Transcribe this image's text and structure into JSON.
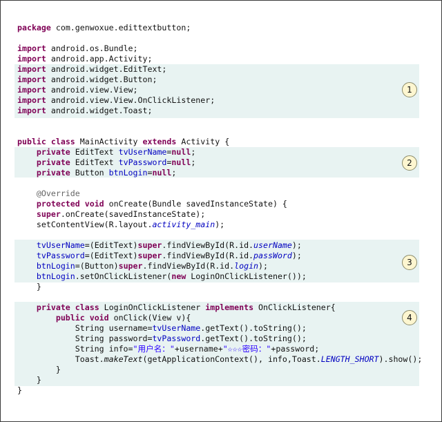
{
  "badges": [
    "1",
    "2",
    "3",
    "4"
  ],
  "lines": [
    [
      {
        "c": "kw",
        "t": "package"
      },
      {
        "c": "",
        "t": " com.genwoxue.edittextbutton;"
      }
    ],
    [],
    [
      {
        "c": "kw",
        "t": "import"
      },
      {
        "c": "",
        "t": " android.os.Bundle;"
      }
    ],
    [
      {
        "c": "kw",
        "t": "import"
      },
      {
        "c": "",
        "t": " android.app.Activity;"
      }
    ],
    [
      {
        "c": "kw",
        "t": "import"
      },
      {
        "c": "",
        "t": " android.widget.EditText;"
      }
    ],
    [
      {
        "c": "kw",
        "t": "import"
      },
      {
        "c": "",
        "t": " android.widget.Button;"
      }
    ],
    [
      {
        "c": "kw",
        "t": "import"
      },
      {
        "c": "",
        "t": " android.view.View;"
      }
    ],
    [
      {
        "c": "kw",
        "t": "import"
      },
      {
        "c": "",
        "t": " android.view.View.OnClickListener;"
      }
    ],
    [
      {
        "c": "kw",
        "t": "import"
      },
      {
        "c": "",
        "t": " android.widget.Toast;"
      }
    ],
    [],
    [],
    [
      {
        "c": "kw",
        "t": "public"
      },
      {
        "c": "",
        "t": " "
      },
      {
        "c": "kw",
        "t": "class"
      },
      {
        "c": "",
        "t": " MainActivity "
      },
      {
        "c": "kw",
        "t": "extends"
      },
      {
        "c": "",
        "t": " Activity {"
      }
    ],
    [
      {
        "c": "",
        "t": "    "
      },
      {
        "c": "kw",
        "t": "private"
      },
      {
        "c": "",
        "t": " EditText "
      },
      {
        "c": "fld",
        "t": "tvUserName"
      },
      {
        "c": "",
        "t": "="
      },
      {
        "c": "kw",
        "t": "null"
      },
      {
        "c": "",
        "t": ";"
      }
    ],
    [
      {
        "c": "",
        "t": "    "
      },
      {
        "c": "kw",
        "t": "private"
      },
      {
        "c": "",
        "t": " EditText "
      },
      {
        "c": "fld",
        "t": "tvPassword"
      },
      {
        "c": "",
        "t": "="
      },
      {
        "c": "kw",
        "t": "null"
      },
      {
        "c": "",
        "t": ";"
      }
    ],
    [
      {
        "c": "",
        "t": "    "
      },
      {
        "c": "kw",
        "t": "private"
      },
      {
        "c": "",
        "t": " Button "
      },
      {
        "c": "fld",
        "t": "btnLogin"
      },
      {
        "c": "",
        "t": "="
      },
      {
        "c": "kw",
        "t": "null"
      },
      {
        "c": "",
        "t": ";"
      }
    ],
    [],
    [
      {
        "c": "",
        "t": "    "
      },
      {
        "c": "ann",
        "t": "@Override"
      }
    ],
    [
      {
        "c": "",
        "t": "    "
      },
      {
        "c": "kw",
        "t": "protected"
      },
      {
        "c": "",
        "t": " "
      },
      {
        "c": "kw",
        "t": "void"
      },
      {
        "c": "",
        "t": " onCreate(Bundle savedInstanceState) {"
      }
    ],
    [
      {
        "c": "",
        "t": "    "
      },
      {
        "c": "kw",
        "t": "super"
      },
      {
        "c": "",
        "t": ".onCreate(savedInstanceState);"
      }
    ],
    [
      {
        "c": "",
        "t": "    setContentView(R.layout."
      },
      {
        "c": "fi",
        "t": "activity_main"
      },
      {
        "c": "",
        "t": ");"
      }
    ],
    [],
    [
      {
        "c": "",
        "t": "    "
      },
      {
        "c": "fld",
        "t": "tvUserName"
      },
      {
        "c": "",
        "t": "=(EditText)"
      },
      {
        "c": "kw",
        "t": "super"
      },
      {
        "c": "",
        "t": ".findViewById(R.id."
      },
      {
        "c": "fi",
        "t": "userName"
      },
      {
        "c": "",
        "t": ");"
      }
    ],
    [
      {
        "c": "",
        "t": "    "
      },
      {
        "c": "fld",
        "t": "tvPassword"
      },
      {
        "c": "",
        "t": "=(EditText)"
      },
      {
        "c": "kw",
        "t": "super"
      },
      {
        "c": "",
        "t": ".findViewById(R.id."
      },
      {
        "c": "fi",
        "t": "passWord"
      },
      {
        "c": "",
        "t": ");"
      }
    ],
    [
      {
        "c": "",
        "t": "    "
      },
      {
        "c": "fld",
        "t": "btnLogin"
      },
      {
        "c": "",
        "t": "=(Button)"
      },
      {
        "c": "kw",
        "t": "super"
      },
      {
        "c": "",
        "t": ".findViewById(R.id."
      },
      {
        "c": "fi",
        "t": "login"
      },
      {
        "c": "",
        "t": ");"
      }
    ],
    [
      {
        "c": "",
        "t": "    "
      },
      {
        "c": "fld",
        "t": "btnLogin"
      },
      {
        "c": "",
        "t": ".setOnClickListener("
      },
      {
        "c": "kw",
        "t": "new"
      },
      {
        "c": "",
        "t": " LoginOnClickListener());"
      }
    ],
    [
      {
        "c": "",
        "t": "    }"
      }
    ],
    [],
    [
      {
        "c": "",
        "t": "    "
      },
      {
        "c": "kw",
        "t": "private"
      },
      {
        "c": "",
        "t": " "
      },
      {
        "c": "kw",
        "t": "class"
      },
      {
        "c": "",
        "t": " LoginOnClickListener "
      },
      {
        "c": "kw",
        "t": "implements"
      },
      {
        "c": "",
        "t": " OnClickListener{"
      }
    ],
    [
      {
        "c": "",
        "t": "        "
      },
      {
        "c": "kw",
        "t": "public"
      },
      {
        "c": "",
        "t": " "
      },
      {
        "c": "kw",
        "t": "void"
      },
      {
        "c": "",
        "t": " onClick(View v){"
      }
    ],
    [
      {
        "c": "",
        "t": "            String username="
      },
      {
        "c": "fld",
        "t": "tvUserName"
      },
      {
        "c": "",
        "t": ".getText().toString();"
      }
    ],
    [
      {
        "c": "",
        "t": "            String password="
      },
      {
        "c": "fld",
        "t": "tvPassword"
      },
      {
        "c": "",
        "t": ".getText().toString();"
      }
    ],
    [
      {
        "c": "",
        "t": "            String info="
      },
      {
        "c": "st",
        "t": "\"用户名：\""
      },
      {
        "c": "",
        "t": "+username+"
      },
      {
        "c": "st",
        "t": "\"☆☆☆密码：\""
      },
      {
        "c": "",
        "t": "+password;"
      }
    ],
    [
      {
        "c": "",
        "t": "            Toast."
      },
      {
        "c": "it",
        "t": "makeText"
      },
      {
        "c": "",
        "t": "(getApplicationContext(), info,Toast."
      },
      {
        "c": "fi",
        "t": "LENGTH_SHORT"
      },
      {
        "c": "",
        "t": ").show();"
      }
    ],
    [
      {
        "c": "",
        "t": "        }"
      }
    ],
    [
      {
        "c": "",
        "t": "    }"
      }
    ],
    [
      {
        "c": "",
        "t": "}"
      }
    ]
  ]
}
